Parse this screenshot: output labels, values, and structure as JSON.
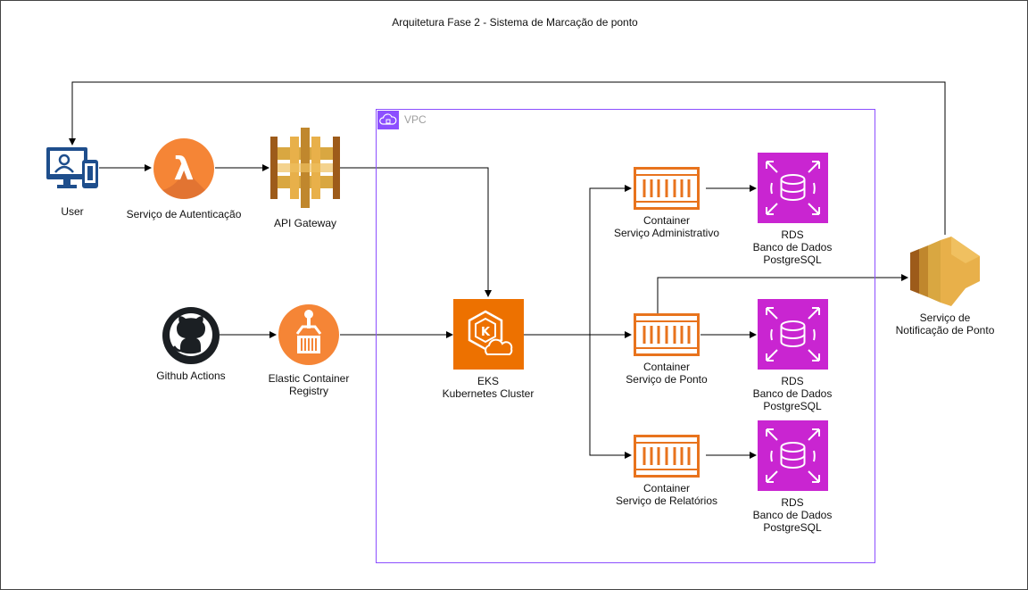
{
  "diagram": {
    "title": "Arquitetura Fase 2 - Sistema de Marcação de ponto",
    "vpc_label": "VPC",
    "nodes": {
      "user": {
        "label": "User"
      },
      "auth": {
        "label": "Serviço de Autenticação"
      },
      "gateway": {
        "label": "API Gateway"
      },
      "github": {
        "label": "Github Actions"
      },
      "ecr": {
        "label": "Elastic Container\nRegistry"
      },
      "eks": {
        "label": "EKS\nKubernetes Cluster"
      },
      "container_admin": {
        "label": "Container\nServiço Administrativo"
      },
      "container_ponto": {
        "label": "Container\nServiço de Ponto"
      },
      "container_relatorios": {
        "label": "Container\nServiço de Relatórios"
      },
      "rds_1": {
        "label": "RDS\nBanco de Dados\nPostgreSQL"
      },
      "rds_2": {
        "label": "RDS\nBanco de Dados\nPostgreSQL"
      },
      "rds_3": {
        "label": "RDS\nBanco de Dados\nPostgreSQL"
      },
      "notification": {
        "label": "Serviço de\nNotificação de Ponto"
      }
    },
    "colors": {
      "orange": "#f58536",
      "eks_orange": "#ed7100",
      "container_orange": "#e8731d",
      "rds_magenta": "#c925d1",
      "gateway_gold": "#d9a741",
      "notification_gold": "#d9a741",
      "user_blue": "#1e4e8c",
      "vpc_purple": "#8c4fff"
    }
  }
}
